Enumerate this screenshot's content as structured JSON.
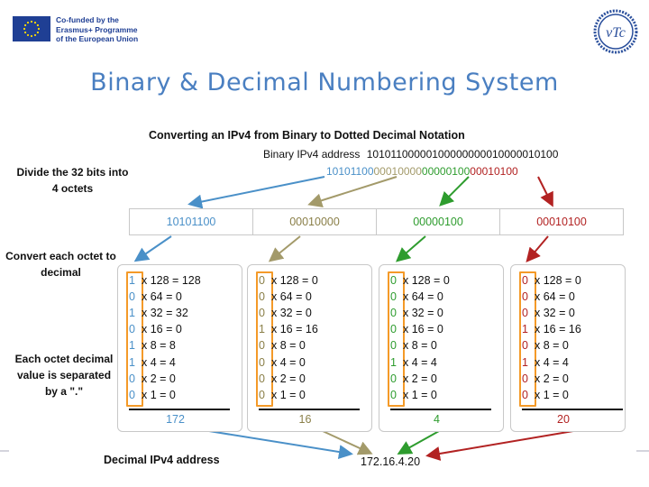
{
  "header": {
    "eu_lines": [
      "Co-funded by the",
      "Erasmus+ Programme",
      "of the European Union"
    ],
    "logo_text": "vTc",
    "title": "Binary & Decimal Numbering System"
  },
  "diagram": {
    "heading": "Converting an IPv4 from Binary to Dotted Decimal Notation",
    "binary_label": "Binary IPv4 address",
    "binary_address": "10101100000100000000010000010100",
    "segments": [
      "10101100",
      "00010000",
      "00000100",
      "00010100"
    ],
    "side_labels": {
      "divide": "Divide the 32 bits into 4 octets",
      "convert": "Convert each octet to decimal",
      "separated": "Each octet decimal value is separated by a \".\""
    },
    "octets": [
      {
        "binary": "10101100",
        "rows": [
          {
            "bit": "1",
            "text": "x 128 = 128"
          },
          {
            "bit": "0",
            "text": "x 64 = 0"
          },
          {
            "bit": "1",
            "text": "x 32 = 32"
          },
          {
            "bit": "0",
            "text": "x 16 = 0"
          },
          {
            "bit": "1",
            "text": "x 8 = 8"
          },
          {
            "bit": "1",
            "text": "x 4 = 4"
          },
          {
            "bit": "0",
            "text": "x 2 = 0"
          },
          {
            "bit": "0",
            "text": "x 1 = 0"
          }
        ],
        "sum": "172"
      },
      {
        "binary": "00010000",
        "rows": [
          {
            "bit": "0",
            "text": "x 128 = 0"
          },
          {
            "bit": "0",
            "text": "x 64 = 0"
          },
          {
            "bit": "0",
            "text": "x 32 = 0"
          },
          {
            "bit": "1",
            "text": "x 16 = 16"
          },
          {
            "bit": "0",
            "text": "x 8 = 0"
          },
          {
            "bit": "0",
            "text": "x 4 = 0"
          },
          {
            "bit": "0",
            "text": "x 2 = 0"
          },
          {
            "bit": "0",
            "text": "x 1 = 0"
          }
        ],
        "sum": "16"
      },
      {
        "binary": "00000100",
        "rows": [
          {
            "bit": "0",
            "text": "x 128 = 0"
          },
          {
            "bit": "0",
            "text": "x 64 = 0"
          },
          {
            "bit": "0",
            "text": "x 32 = 0"
          },
          {
            "bit": "0",
            "text": "x 16 = 0"
          },
          {
            "bit": "0",
            "text": "x 8 = 0"
          },
          {
            "bit": "1",
            "text": "x 4 = 4"
          },
          {
            "bit": "0",
            "text": "x 2 = 0"
          },
          {
            "bit": "0",
            "text": "x 1 = 0"
          }
        ],
        "sum": "4"
      },
      {
        "binary": "00010100",
        "rows": [
          {
            "bit": "0",
            "text": "x 128 = 0"
          },
          {
            "bit": "0",
            "text": "x 64 = 0"
          },
          {
            "bit": "0",
            "text": "x 32 = 0"
          },
          {
            "bit": "1",
            "text": "x 16 = 16"
          },
          {
            "bit": "0",
            "text": "x 8 = 0"
          },
          {
            "bit": "1",
            "text": "x 4 = 4"
          },
          {
            "bit": "0",
            "text": "x 2 = 0"
          },
          {
            "bit": "0",
            "text": "x 1 = 0"
          }
        ],
        "sum": "20"
      }
    ],
    "decimal_label": "Decimal IPv4 address",
    "decimal_address": "172.16.4.20"
  },
  "colors": {
    "octet1": "#4a90c8",
    "octet2": "#a39a6a",
    "octet3": "#2e9c2e",
    "octet4": "#b22222",
    "bit_box": "#f49a28",
    "title": "#4a7fc1"
  }
}
